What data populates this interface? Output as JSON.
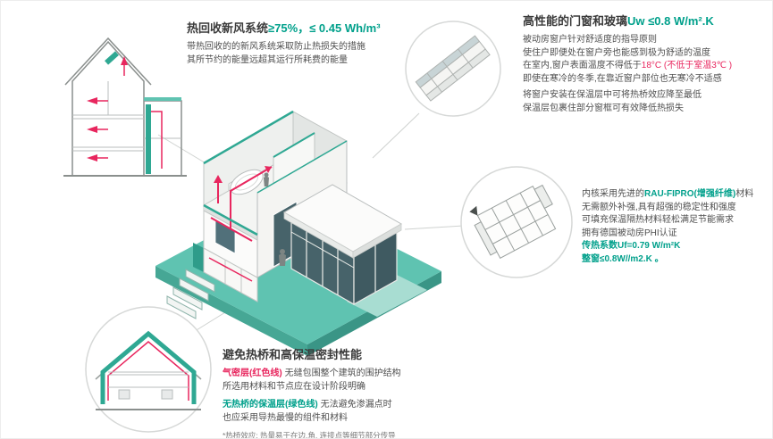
{
  "colors": {
    "teal_accent": "#2fa893",
    "teal_base": "#5fc3b1",
    "green_text": "#00a08b",
    "red_accent": "#e8265e",
    "glass_dark": "#47636a",
    "line_gray": "#9aa09e"
  },
  "ventilation_block": {
    "title_black": "热回收新风系统",
    "title_green": "≥75%，≤ 0.45 Wh/m³",
    "line1": "带热回收的的新风系统采取防止热损失的措施",
    "line2": "其所节约的能量远超其运行所耗费的能量"
  },
  "window_block": {
    "title_black": "高性能的门窗和玻璃",
    "title_green": "Uw ≤0.8 W/m².K",
    "line1": "被动房窗户针对舒适度的指导原则",
    "line2": "使住户即便处在窗户旁也能感到极为舒适的温度",
    "line3_black": "在室内,窗户表面温度不得低于",
    "line3_red": "18°C (不低于室温3℃ )",
    "line4": "即使在寒冷的冬季,在靠近窗户部位也无寒冷不适感",
    "line5": "将窗户安装在保温层中可将热桥效应降至最低",
    "line6": "保温层包裹住部分窗框可有效降低热损失"
  },
  "profile_block": {
    "line1_pre": "内核采用先进的",
    "line1_green": "RAU-FIPRO(增强纤维)",
    "line1_post": "材料",
    "line2": "无需额外补强,具有超强的稳定性和强度",
    "line3": "可填充保温隔热材料轻松满足节能需求",
    "line4": "拥有德国被动房PHI认证",
    "line5": "传热系数Uf=0.79 W/m²K",
    "line6": "整窗≤0.8W//m2.K 。"
  },
  "thermal_block": {
    "title": "避免热桥和高保温密封性能",
    "line1_red": "气密层(红色线)",
    "line1_black": "无缝包围整个建筑的围护结构",
    "line2": "所选用材料和节点应在设计阶段明确",
    "line3_green": "无热桥的保温层(绿色线)",
    "line3_black": "无法避免渗漏点时",
    "line4": "也应采用导热最慢的组件和材料",
    "footnote": "*热桥效应: 热量易于在边,角, 连接点等细节部分传导"
  }
}
